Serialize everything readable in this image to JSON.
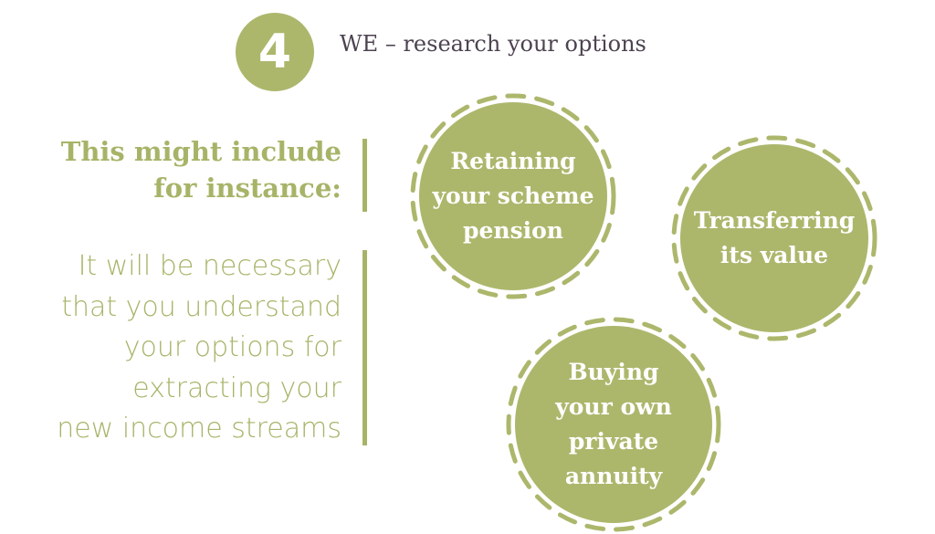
{
  "step": {
    "number": "4",
    "title": "WE – research your options"
  },
  "left": {
    "heading_lines": [
      "This might include",
      "for instance:"
    ],
    "body_lines": [
      "It will be necessary",
      "that you understand",
      "your options for",
      "extracting your",
      "new income streams"
    ]
  },
  "options": [
    {
      "lines": [
        "Retaining",
        "your scheme",
        "pension"
      ]
    },
    {
      "lines": [
        "Transferring",
        "its value"
      ]
    },
    {
      "lines": [
        "Buying",
        "your own",
        "private",
        "annuity"
      ]
    }
  ],
  "colors": {
    "accent_green": "#adb76c",
    "title_text": "#4d4250",
    "circle_text": "#ffffff"
  }
}
